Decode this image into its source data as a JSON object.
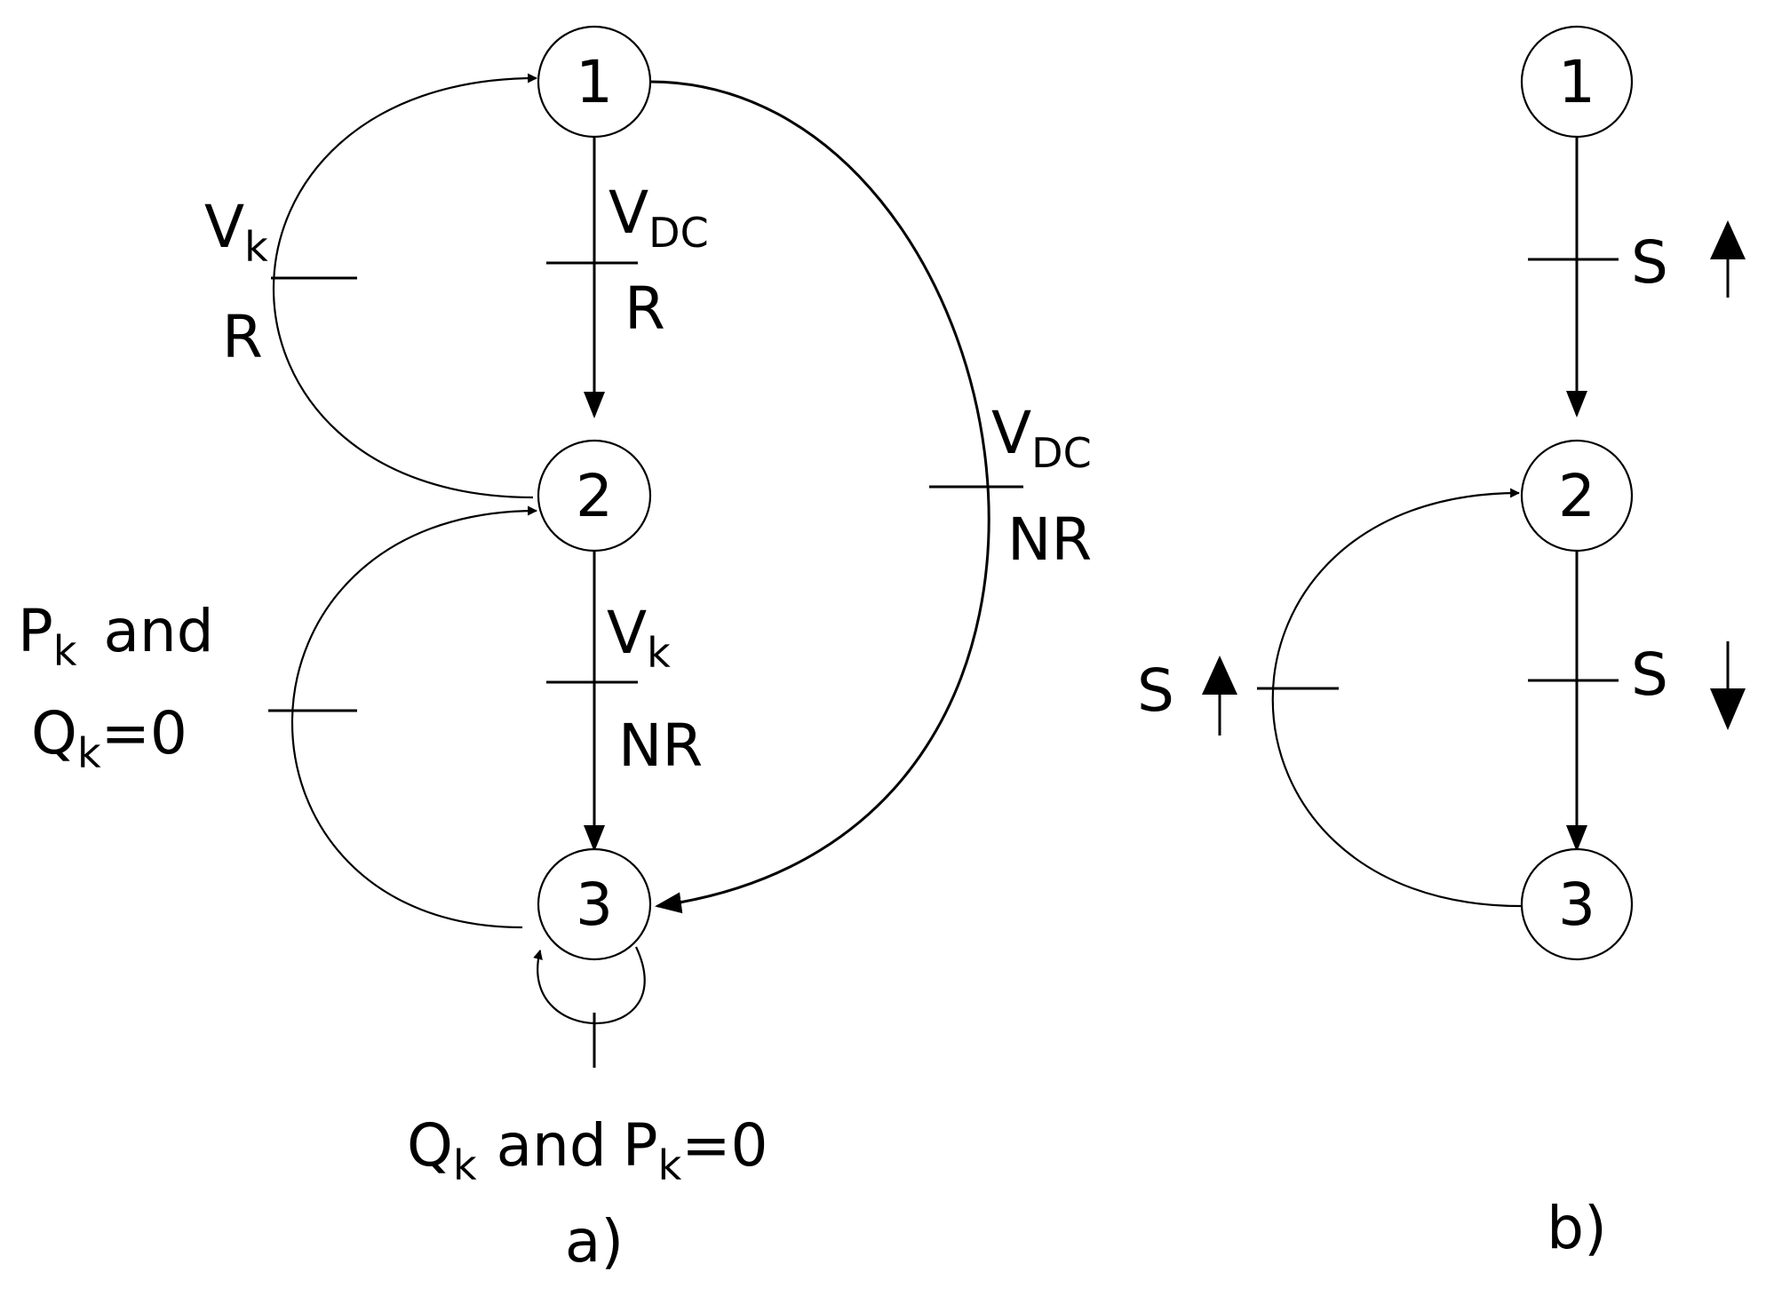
{
  "diagram_a": {
    "caption": "a)",
    "nodes": [
      "1",
      "2",
      "3"
    ],
    "transitions": {
      "t12": {
        "cond": "V",
        "cond_sub": "DC",
        "action": "R"
      },
      "t21": {
        "cond": "V",
        "cond_sub": "k",
        "action": "R"
      },
      "t13": {
        "cond": "V",
        "cond_sub": "DC",
        "action": "NR"
      },
      "t23": {
        "cond": "V",
        "cond_sub": "k",
        "action": "NR"
      },
      "t32": {
        "line1_main": "P",
        "line1_sub": "k",
        "line1_rest": "and",
        "line2_main": "Q",
        "line2_sub": "k",
        "line2_rest": "=0"
      },
      "t33": {
        "q_main": "Q",
        "q_sub": "k",
        "and": "and",
        "p_main": "P",
        "p_sub": "k",
        "p_rest": "=0"
      }
    }
  },
  "diagram_b": {
    "caption": "b)",
    "nodes": [
      "1",
      "2",
      "3"
    ],
    "transitions": {
      "t12": {
        "label": "S",
        "arrow": "up"
      },
      "t23": {
        "label": "S",
        "arrow": "down"
      },
      "t32": {
        "label": "S",
        "arrow": "up"
      }
    }
  }
}
